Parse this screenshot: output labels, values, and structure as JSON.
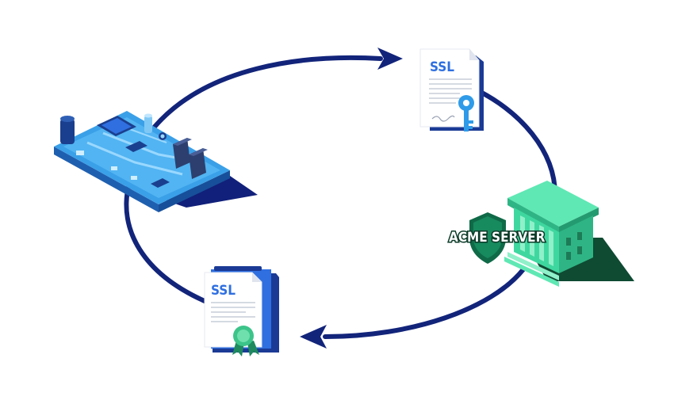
{
  "certificate_top": {
    "label": "SSL"
  },
  "certificate_bottom": {
    "label": "SSL"
  },
  "server": {
    "label": "ACME SERVER"
  },
  "colors": {
    "arrow": "#12247a",
    "board": "#3aa0e8",
    "board_dark": "#1f5fb0",
    "server": "#3fd7a0",
    "server_dark": "#0f4a33",
    "accent_blue": "#2f6fe0",
    "ribbon_green": "#3cc48a"
  },
  "icons": [
    "circuit-board-icon",
    "ssl-certificate-icon",
    "key-icon",
    "server-building-icon",
    "shield-icon",
    "certificate-ribbon-icon"
  ]
}
